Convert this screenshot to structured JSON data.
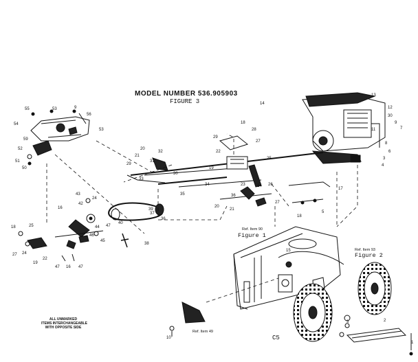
{
  "header": {
    "model_number": "MODEL NUMBER 536.905903",
    "figure": "FIGURE 3"
  },
  "note": {
    "line1": "ALL UNMARKED",
    "line2": "ITEMS INTERCHANGEABLE",
    "line3": "WITH OPPOSITE SIDE"
  },
  "refs": {
    "ref1": "Ref. Item 90",
    "fig1": "Figure 1",
    "ref2": "Ref. Item 93",
    "fig2": "Figure 2",
    "ref3": "Ref. Item 49"
  },
  "code": "C5",
  "callouts": [
    "55",
    "53",
    "9",
    "56",
    "54",
    "53",
    "59",
    "52",
    "51",
    "50",
    "14",
    "13",
    "12",
    "11",
    "30",
    "9",
    "8",
    "7",
    "6",
    "4",
    "3",
    "18",
    "29",
    "28",
    "27",
    "22",
    "25",
    "19",
    "20",
    "32",
    "21",
    "29",
    "31",
    "30",
    "33",
    "34",
    "35",
    "17",
    "23",
    "26",
    "36",
    "24",
    "27",
    "20",
    "21",
    "5",
    "18",
    "43",
    "42",
    "16",
    "24",
    "39",
    "40",
    "44",
    "47",
    "37",
    "36",
    "38",
    "18",
    "25",
    "46",
    "45",
    "27",
    "24",
    "22",
    "19",
    "47",
    "16",
    "47",
    "15",
    "10",
    "1",
    "2",
    "3"
  ],
  "colors": {
    "ink": "#111111",
    "paper": "#ffffff"
  }
}
